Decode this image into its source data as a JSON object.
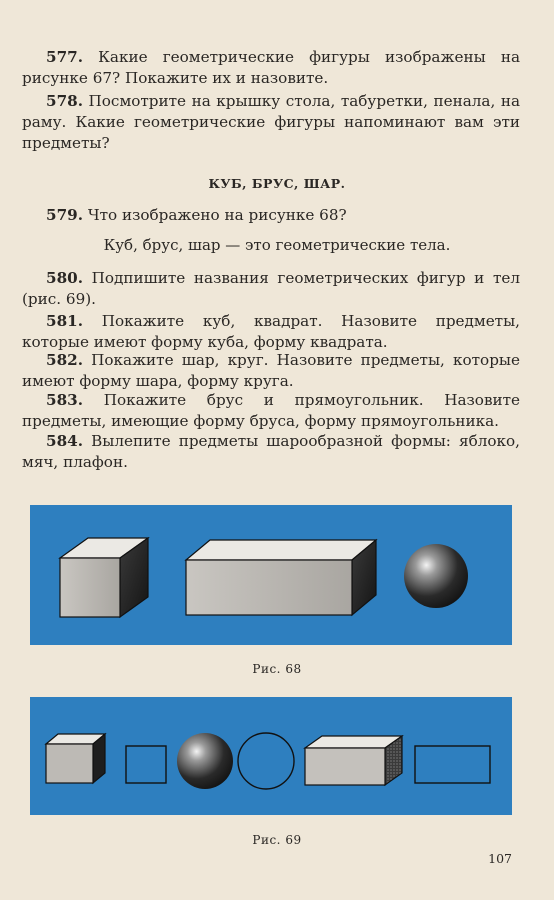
{
  "exercises": [
    {
      "num": "577.",
      "text": "Какие геометрические фигуры изображены на рисунке 67? Покажите их и назовите."
    },
    {
      "num": "578.",
      "text": "Посмотрите на крышку стола, табуретки, пенала, на раму. Какие геометрические фигуры напоминают вам эти предметы?"
    }
  ],
  "section_title": "КУБ, БРУС, ШАР.",
  "ex579": {
    "num": "579.",
    "text": "Что изображено на рисунке 68?"
  },
  "definition": "Куб, брус, шар — это геометрические тела.",
  "exercises2": [
    {
      "num": "580.",
      "text": "Подпишите названия геометрических фигур и тел (рис. 69)."
    },
    {
      "num": "581.",
      "text": "Покажите куб, квадрат. Назовите предметы, которые имеют форму куба, форму квадрата."
    },
    {
      "num": "582.",
      "text": "Покажите шар, круг. Назовите предметы, которые имеют форму шара, форму круга."
    },
    {
      "num": "583.",
      "text": "Покажите брус и прямоугольник. Назовите предметы, имеющие форму бруса, форму прямоугольника."
    },
    {
      "num": "584.",
      "text": "Вылепите предметы шарообразной формы: яблоко, мяч, плафон."
    }
  ],
  "figures": [
    {
      "caption": "Рис. 68",
      "items": [
        "cube",
        "prism",
        "sphere"
      ]
    },
    {
      "caption": "Рис. 69",
      "items": [
        "cube",
        "square",
        "sphere",
        "circle",
        "prism",
        "rectangle"
      ]
    }
  ],
  "page_number": "107",
  "colors": {
    "paper": "#efe7d8",
    "figure_bg": "#2e7fbf",
    "text": "#2a2724"
  }
}
